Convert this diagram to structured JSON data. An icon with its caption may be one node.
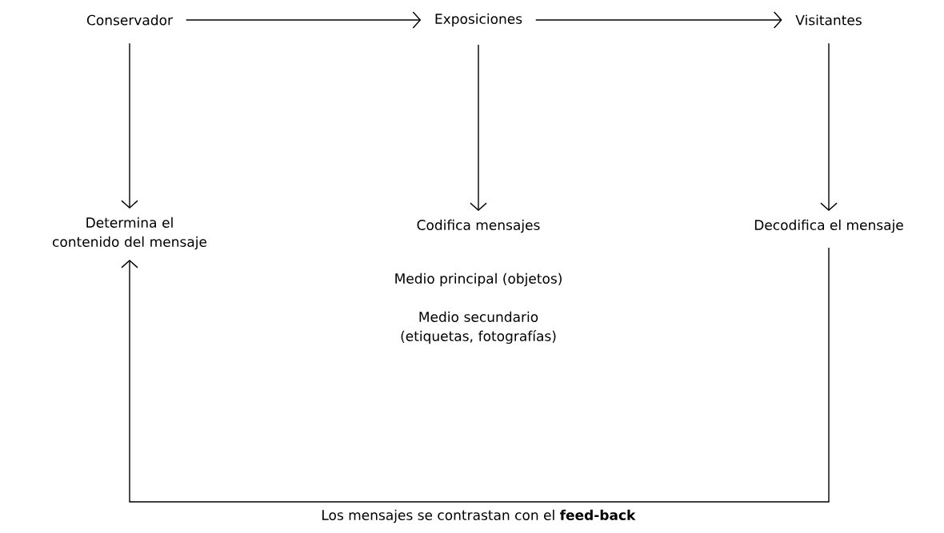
{
  "diagram": {
    "nodes": [
      {
        "text": [
          "Conservador"
        ]
      },
      {
        "text": [
          "Exposiciones"
        ]
      },
      {
        "text": [
          "Visitantes"
        ]
      },
      {
        "text": [
          "Determina el contenido del mensaje"
        ]
      },
      {
        "text": [
          "Codifica mensajes"
        ]
      },
      {
        "text": [
          "Decodifica el mensaje"
        ]
      }
    ],
    "edges": [
      {
        "from": 0,
        "to": 1,
        "arrow": "to"
      },
      {
        "from": 1,
        "to": 2,
        "arrow": "to"
      },
      {
        "from": 0,
        "to": 3,
        "arrow": "to"
      },
      {
        "from": 1,
        "to": 4,
        "arrow": "to"
      },
      {
        "from": 2,
        "to": 5,
        "arrow": "to"
      },
      {
        "from": 5,
        "to": 3,
        "arrow": "to",
        "label": "Los mensajes se contrastan con el **feed-back**"
      }
    ],
    "labels": [
      "Medio principal (objetos)",
      "Medio secundario (etiquetas, fotografías)"
    ]
  }
}
